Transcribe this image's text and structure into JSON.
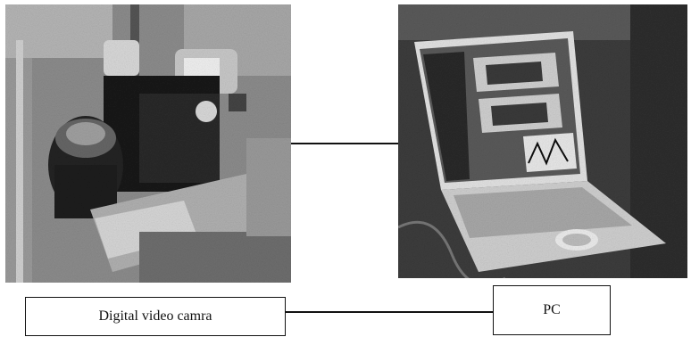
{
  "nodes": {
    "camera": {
      "label": "Digital video camra",
      "icon": "video-camera-photo"
    },
    "pc": {
      "label": "PC",
      "icon": "laptop-photo"
    }
  },
  "edges": [
    {
      "from": "camera-photo",
      "to": "pc-photo"
    },
    {
      "from": "camera",
      "to": "pc"
    }
  ]
}
